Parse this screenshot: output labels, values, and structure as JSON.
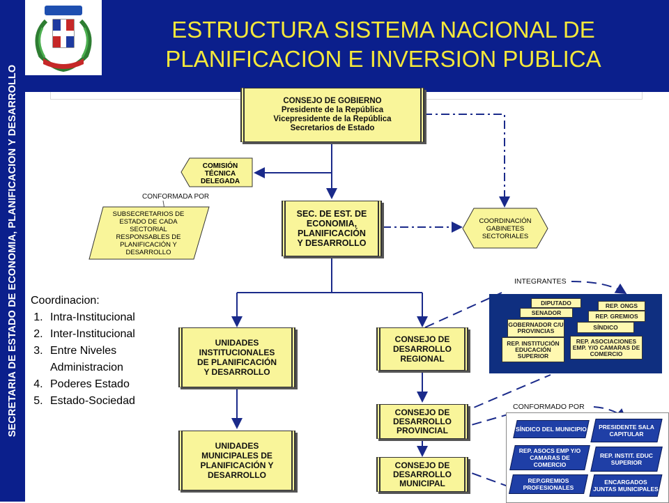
{
  "sidebar": {
    "text": "SECRETARIA DE ESTADO DE ECONOMIA, PLANIFICACION Y DESARROLLO"
  },
  "header": {
    "title_line1": "ESTRUCTURA SISTEMA NACIONAL DE",
    "title_line2": "PLANIFICACION E INVERSION PUBLICA"
  },
  "colors": {
    "navy": "#0b1f8c",
    "title_yellow": "#f5e83a",
    "box_yellow": "#f9f59a",
    "arrow_navy": "#1a2a8a"
  },
  "nodes": {
    "consejo_gobierno": [
      "CONSEJO DE GOBIERNO",
      "Presidente de la República",
      "Vicepresidente de la República",
      "Secretarios de Estado"
    ],
    "comision": [
      "COMISIÓN",
      "TÉCNICA",
      "DELEGADA"
    ],
    "conformada_por": "CONFORMADA POR",
    "subsecretarios": [
      "SUBSECRETARIOS DE",
      "ESTADO DE CADA",
      "SECTORIAL",
      "RESPONSABLES DE",
      "PLANIFICACIÓN Y",
      "DESARROLLO"
    ],
    "sec_economia": [
      "SEC. DE EST. DE",
      "ECONOMIA,",
      "PLANIFICACIÓN",
      "Y DESARROLLO"
    ],
    "coordinacion_gabinetes": [
      "COORDINACIÓN",
      "GABINETES",
      "SECTORIALES"
    ],
    "unidades_institucionales": [
      "UNIDADES",
      "INSTITUCIONALES",
      "DE PLANIFICACIÓN",
      "Y DESARROLLO"
    ],
    "unidades_municipales": [
      "UNIDADES",
      "MUNICIPALES DE",
      "PLANIFICACIÓN  Y",
      "DESARROLLO"
    ],
    "consejo_regional": [
      "CONSEJO DE",
      "DESARROLLO",
      "REGIONAL"
    ],
    "consejo_provincial": [
      "CONSEJO DE",
      "DESARROLLO",
      "PROVINCIAL"
    ],
    "consejo_municipal": [
      "CONSEJO DE",
      "DESARROLLO",
      "MUNICIPAL"
    ]
  },
  "coordinacion": {
    "heading": "Coordinacion:",
    "items": [
      "Intra-Institucional",
      "Inter-Institucional",
      "Entre Niveles Administracion",
      "Poderes Estado",
      "Estado-Sociedad"
    ]
  },
  "integrantes": {
    "label": "INTEGRANTES",
    "cards": [
      "DIPUTADO",
      "SENADOR",
      "GOBERNADOR C/U PROVINCIAS",
      "REP. INSTITUCIÓN EDUCACIÓN SUPERIOR",
      "REP. ONGS",
      "REP. GREMIOS",
      "SÍNDICO",
      "REP. ASOCIACIONES EMP. Y/O CAMARAS DE COMERCIO"
    ]
  },
  "conformado": {
    "label": "CONFORMADO POR",
    "cards": [
      "SÍNDICO DEL MUNICIPIO",
      "PRESIDENTE SALA CAPITULAR",
      "REP. ASOCS EMP Y/O CAMARAS DE COMERCIO",
      "REP. INSTIT. EDUC SUPERIOR",
      "REP.GREMIOS PROFESIONALES",
      "ENCARGADOS JUNTAS MUNICIPALES"
    ]
  }
}
